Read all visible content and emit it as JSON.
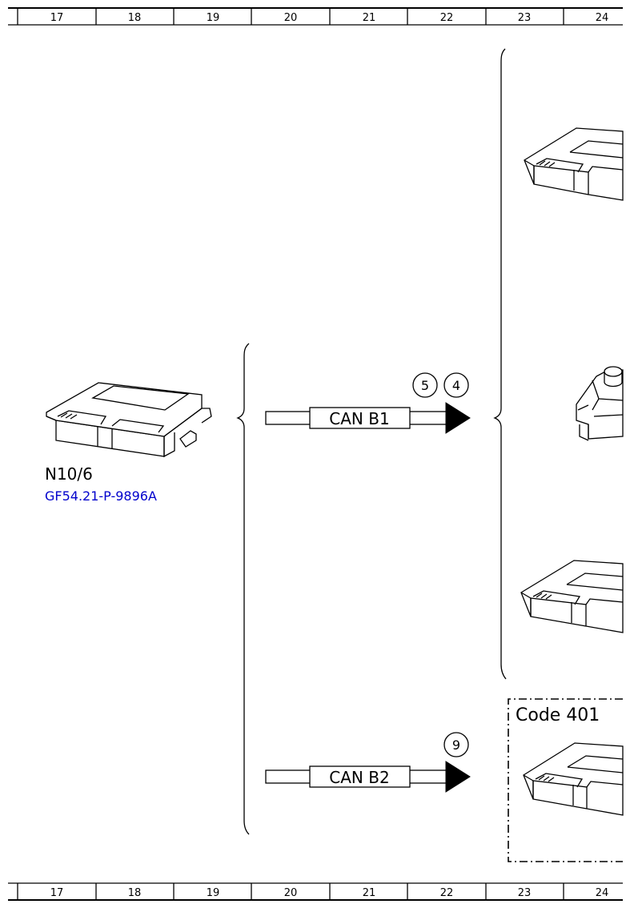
{
  "ruler": {
    "columns": [
      "17",
      "18",
      "19",
      "20",
      "21",
      "22",
      "23",
      "24"
    ]
  },
  "component": {
    "name": "N10/6",
    "document_code": "GF54.21-P-9896A"
  },
  "bus_b1": {
    "label": "CAN B1",
    "markers": [
      "5",
      "4"
    ]
  },
  "bus_b2": {
    "label": "CAN B2",
    "markers": [
      "9"
    ]
  },
  "code_box": {
    "label": "Code 401"
  },
  "colors": {
    "line": "#000000",
    "link": "#0000cc"
  }
}
